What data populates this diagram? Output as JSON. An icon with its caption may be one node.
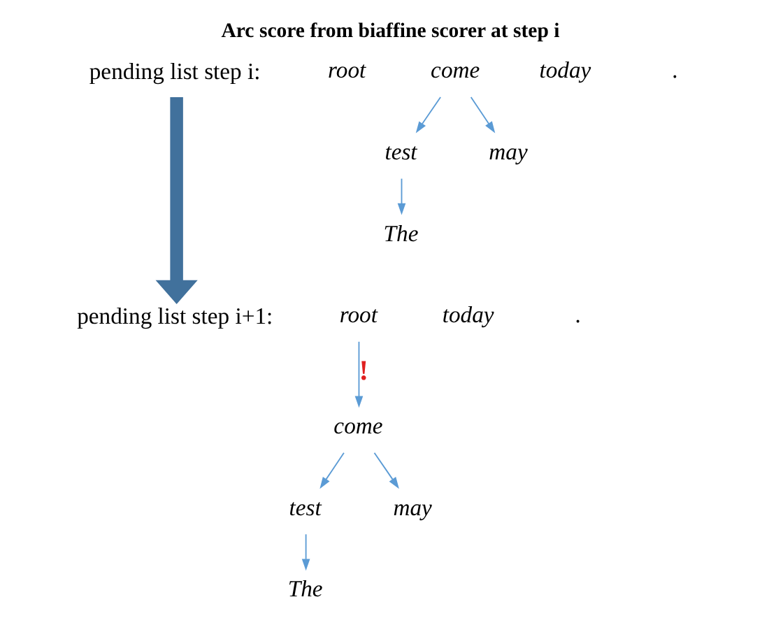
{
  "diagram": {
    "title": "Arc score from biaffine scorer at step i",
    "nodes": [
      {
        "text": [
          "pending list step i:"
        ]
      },
      {
        "text": [
          "root"
        ]
      },
      {
        "text": [
          "come"
        ]
      },
      {
        "text": [
          "today"
        ]
      },
      {
        "text": [
          "."
        ]
      },
      {
        "text": [
          "test"
        ]
      },
      {
        "text": [
          "may"
        ]
      },
      {
        "text": [
          "The"
        ]
      },
      {
        "text": [
          "pending list step i+1:"
        ]
      },
      {
        "text": [
          "root"
        ]
      },
      {
        "text": [
          "today"
        ]
      },
      {
        "text": [
          "."
        ]
      },
      {
        "text": [
          "come"
        ]
      },
      {
        "text": [
          "test"
        ]
      },
      {
        "text": [
          "may"
        ]
      },
      {
        "text": [
          "The"
        ]
      }
    ],
    "edges": [
      {
        "from": 2,
        "to": 5,
        "arrow": "to"
      },
      {
        "from": 2,
        "to": 6,
        "arrow": "to"
      },
      {
        "from": 5,
        "to": 7,
        "arrow": "to"
      },
      {
        "from": 0,
        "to": 8,
        "arrow": "to",
        "style": "thick",
        "color": "#41719c"
      },
      {
        "from": 9,
        "to": 12,
        "arrow": "to",
        "label": "!"
      },
      {
        "from": 12,
        "to": 13,
        "arrow": "to"
      },
      {
        "from": 12,
        "to": 14,
        "arrow": "to"
      },
      {
        "from": 13,
        "to": 15,
        "arrow": "to"
      }
    ]
  }
}
